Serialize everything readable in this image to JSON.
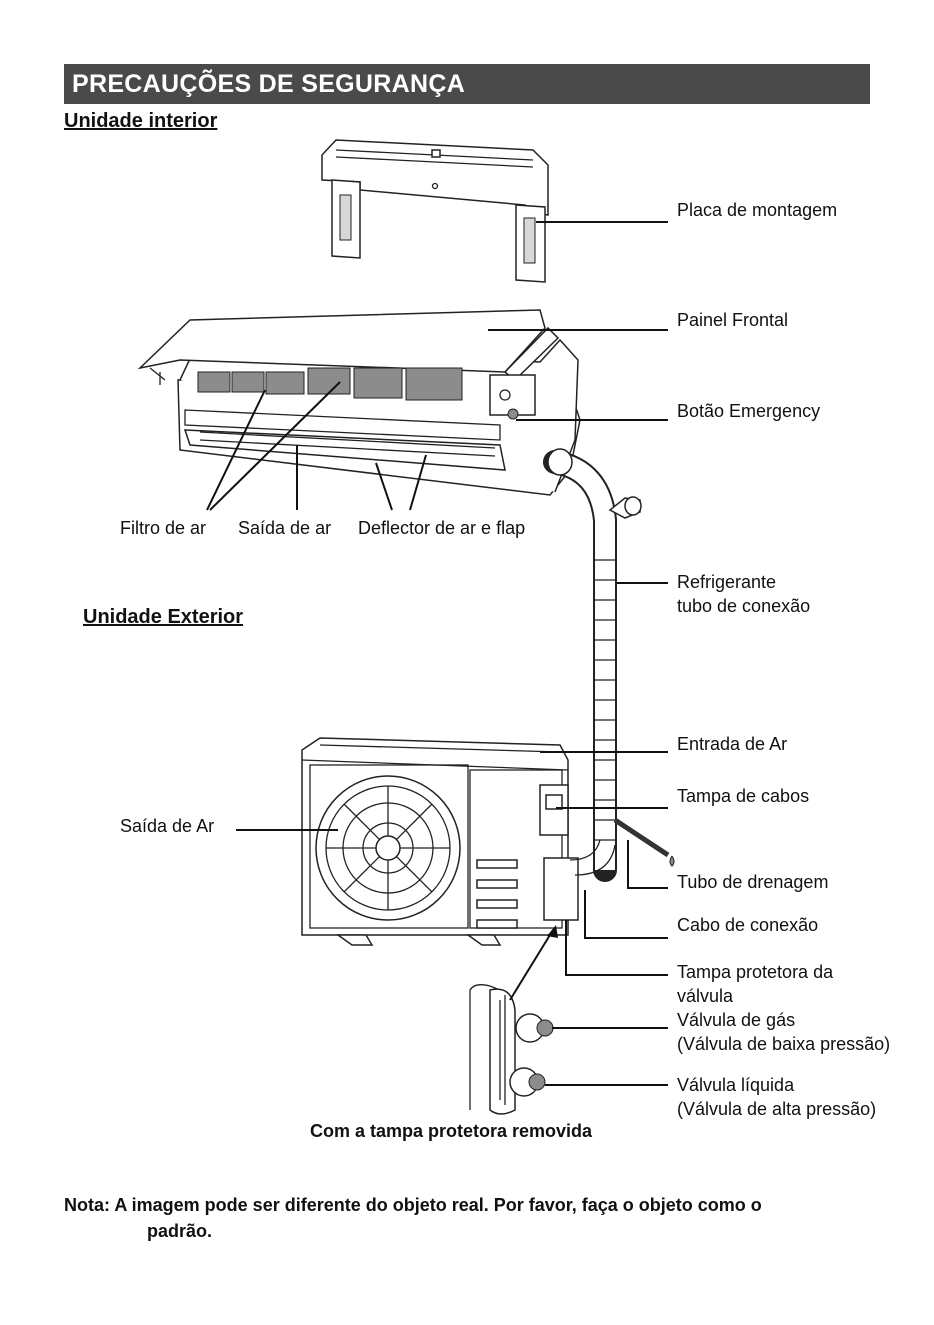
{
  "title": "PRECAUÇÕES DE SEGURANÇA",
  "indoor": {
    "heading": "Unidade interior",
    "labels": {
      "mounting_plate": "Placa de montagem",
      "front_panel": "Painel Frontal",
      "emergency_button": "Botão Emergency",
      "air_filter": "Filtro de ar",
      "air_outlet": "Saída de ar",
      "air_deflector": "Deflector de ar e flap"
    }
  },
  "outdoor": {
    "heading": "Unidade Exterior",
    "labels": {
      "refrigerant_line1": "Refrigerante",
      "refrigerant_line2": "tubo de conexão",
      "air_inlet": "Entrada de Ar",
      "cable_cover": "Tampa de cabos",
      "air_outlet": "Saída de Ar",
      "drain_pipe": "Tubo de drenagem",
      "connection_cable": "Cabo de conexão",
      "valve_cover_line1": "Tampa protetora da",
      "valve_cover_line2": "válvula",
      "gas_valve_line1": "Válvula de gás",
      "gas_valve_line2": "(Válvula de baixa pressão)",
      "liquid_valve_line1": "Válvula líquida",
      "liquid_valve_line2": "(Válvula de alta pressão)"
    },
    "caption": "Com a tampa protetora removida"
  },
  "note": {
    "line1": "Nota: A imagem pode ser diferente do objeto real. Por favor, faça o objeto como o",
    "line2": "padrão."
  }
}
